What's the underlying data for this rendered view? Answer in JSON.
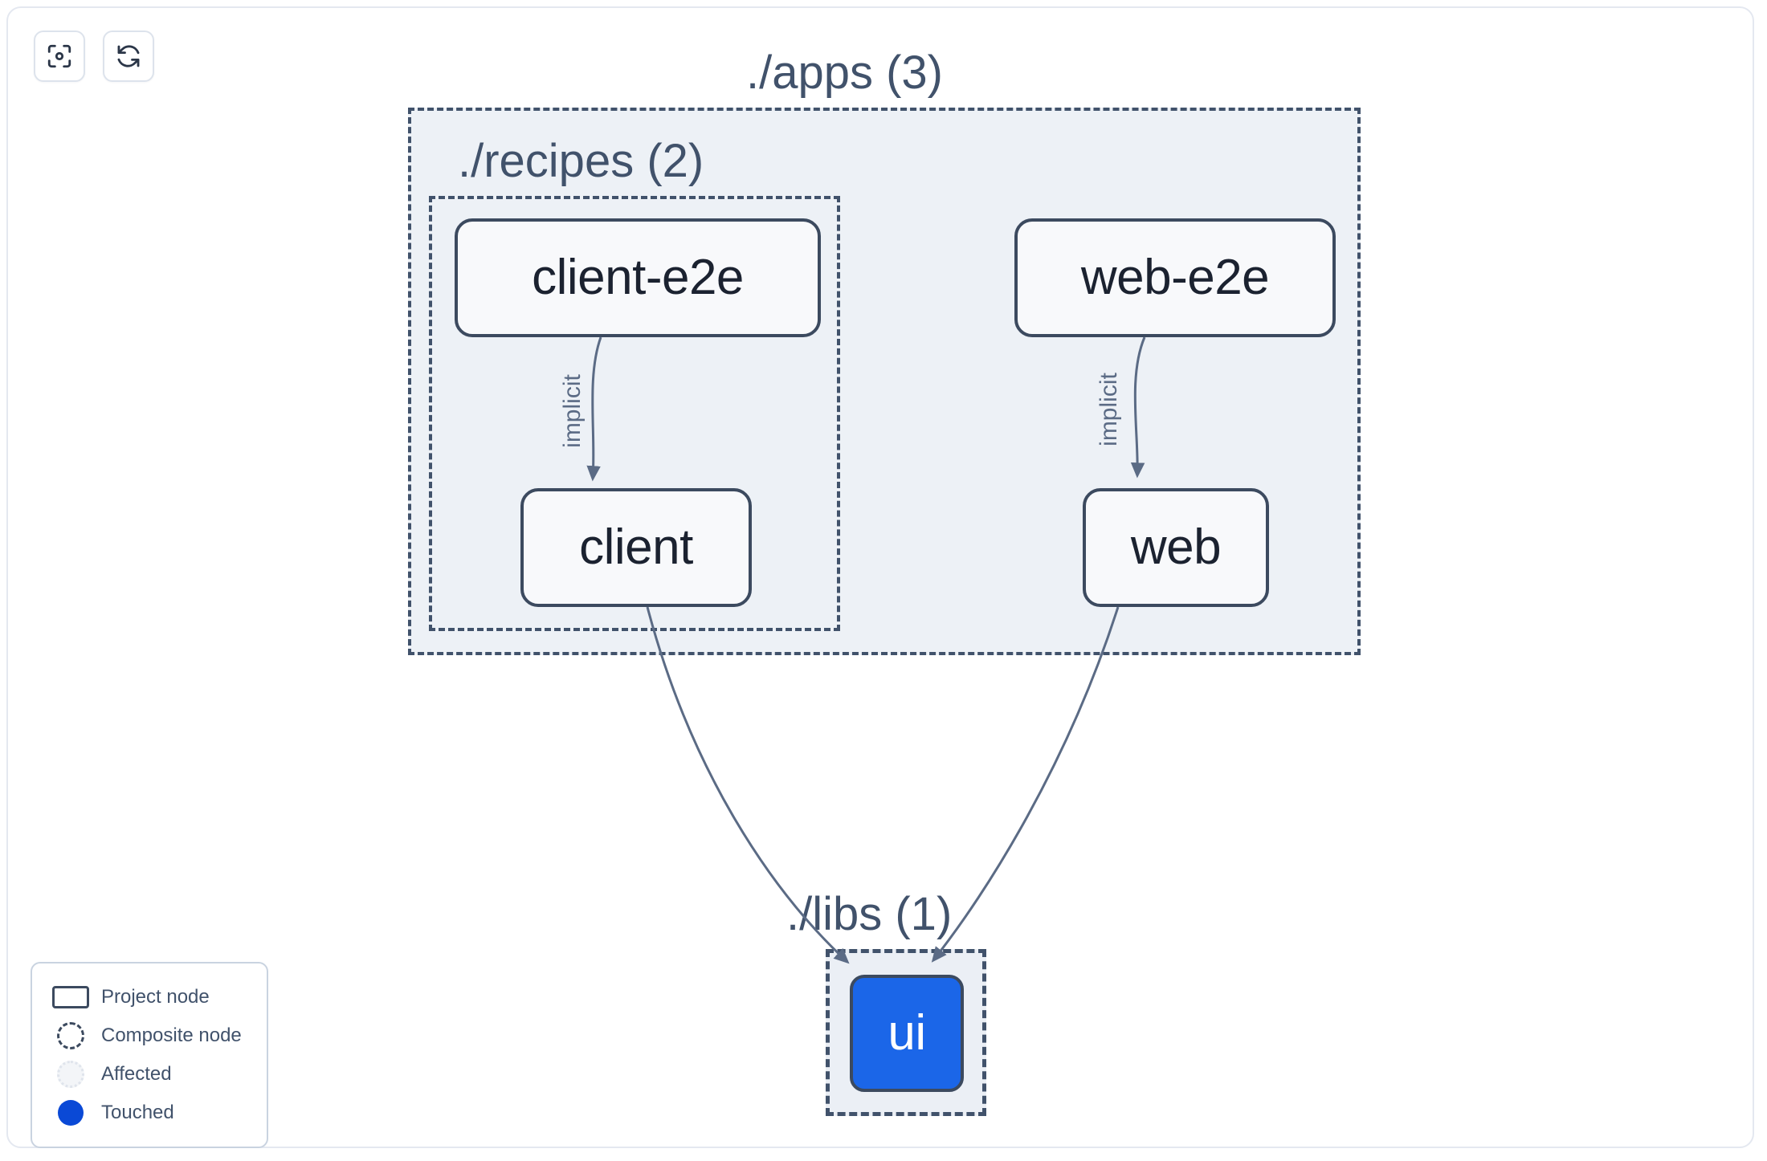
{
  "toolbar": {
    "buttons": [
      {
        "name": "focus-graph-button",
        "icon": "viewfinder-focus-icon",
        "title": "Focus graph"
      },
      {
        "name": "refresh-graph-button",
        "icon": "refresh-sync-icon",
        "title": "Refresh graph"
      }
    ]
  },
  "graph": {
    "groups": [
      {
        "id": "apps",
        "label": "./apps (3)",
        "count": 3,
        "kind": "composite-folder"
      },
      {
        "id": "recipes",
        "label": "./recipes (2)",
        "count": 2,
        "kind": "composite-folder"
      },
      {
        "id": "libs",
        "label": "./libs (1)",
        "count": 1,
        "kind": "composite-folder"
      }
    ],
    "nodes": [
      {
        "id": "client-e2e",
        "label": "client-e2e",
        "group": "recipes",
        "state": "project"
      },
      {
        "id": "client",
        "label": "client",
        "group": "recipes",
        "state": "project"
      },
      {
        "id": "web-e2e",
        "label": "web-e2e",
        "group": "apps",
        "state": "project"
      },
      {
        "id": "web",
        "label": "web",
        "group": "apps",
        "state": "project"
      },
      {
        "id": "ui",
        "label": "ui",
        "group": "libs",
        "state": "touched"
      }
    ],
    "edges": [
      {
        "from": "client-e2e",
        "to": "client",
        "label": "implicit"
      },
      {
        "from": "web-e2e",
        "to": "web",
        "label": "implicit"
      },
      {
        "from": "client",
        "to": "ui",
        "label": ""
      },
      {
        "from": "web",
        "to": "ui",
        "label": ""
      }
    ]
  },
  "legend": {
    "items": [
      {
        "swatch": "project-node-swatch",
        "label": "Project node"
      },
      {
        "swatch": "composite-node-swatch",
        "label": "Composite node"
      },
      {
        "swatch": "affected-swatch",
        "label": "Affected"
      },
      {
        "swatch": "touched-swatch",
        "label": "Touched"
      }
    ]
  },
  "colors": {
    "touched": "#0a49d6",
    "node_border": "#3c4a5f",
    "group_border": "#41526b",
    "group_fill": "#edf1f6",
    "edge": "#5b6b85",
    "panel_border": "#e4e8f0"
  }
}
